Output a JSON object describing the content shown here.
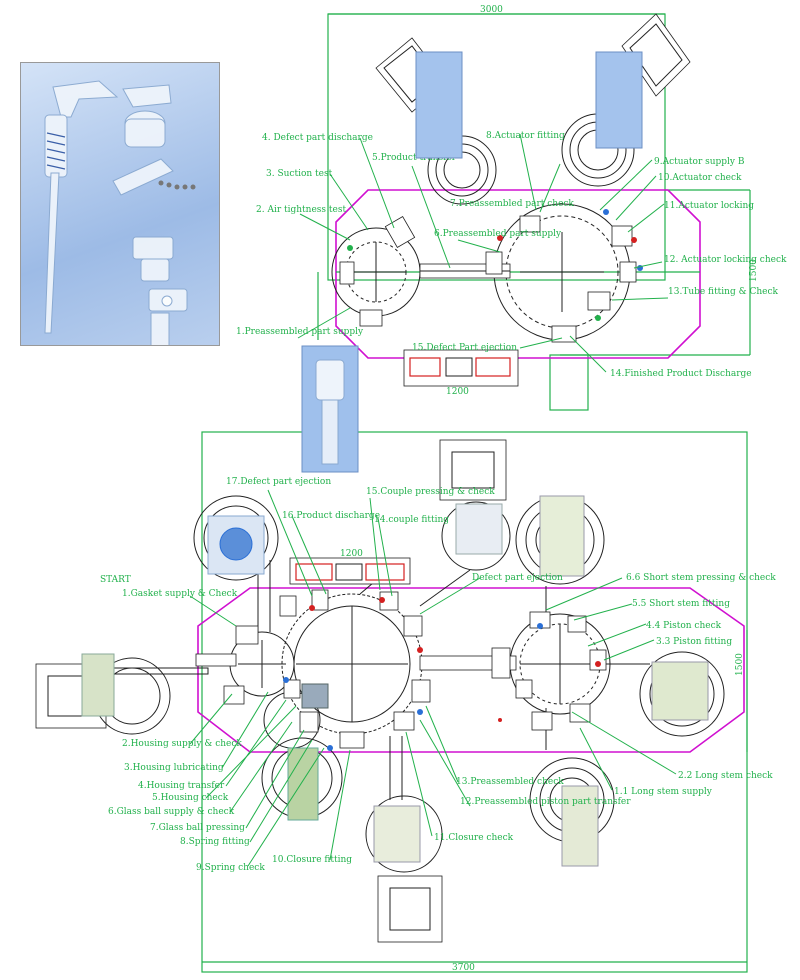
{
  "diagram": {
    "top_machine": {
      "dimensions": {
        "width": "3000",
        "height": "1500",
        "panel": "1200"
      },
      "labels": [
        "1.Preassembled part supply",
        "2. Air tightness test",
        "3. Suction test",
        "4. Defect part discharge",
        "5.Product transfer",
        "6.Preassembled part supply",
        "7.Preassembled part check",
        "8.Actuator fitting",
        "9.Actuator supply B",
        "10.Actuator check",
        "11.Actuator locking",
        "12. Actuator locking check",
        "13.Tube fitting & Check",
        "14.Finished Product Discharge",
        "15.Defect Part ejection"
      ]
    },
    "bottom_machine": {
      "dimensions": {
        "width": "3700",
        "height": "1500",
        "panel": "1200"
      },
      "start": "START",
      "left_labels": [
        "1.Gasket supply & Check",
        "2.Housing supply & check",
        "3.Housing lubricating",
        "4.Housing transfer",
        "5.Housing check",
        "6.Glass ball supply & check",
        "7.Glass ball pressing",
        "8.Spring fitting",
        "9.Spring check",
        "10.Closure fitting",
        "11.Closure check",
        "12.Preassembled piston part transfer",
        "13.Preassembled check"
      ],
      "top_labels": [
        "14.couple fitting",
        "15.Couple pressing & check",
        "16.Product discharge",
        "17.Defect part ejection",
        "Defect part ejection"
      ],
      "right_labels": [
        "1.1 Long stem supply",
        "2.2 Long stem check",
        "3.3 Piston fitting",
        "4.4 Piston check",
        "5.5 Short stem fitting",
        "6.6 Short stem pressing & check"
      ]
    },
    "colors": {
      "leader": "#22b14c",
      "frame": "#d010d0",
      "panel_red": "#d42020",
      "part_blue": "#2a6fd6"
    },
    "icons": [
      "pump-product-photo",
      "part-photo",
      "vibratory-bowl-icon",
      "hopper-icon",
      "rotary-table-icon"
    ]
  }
}
